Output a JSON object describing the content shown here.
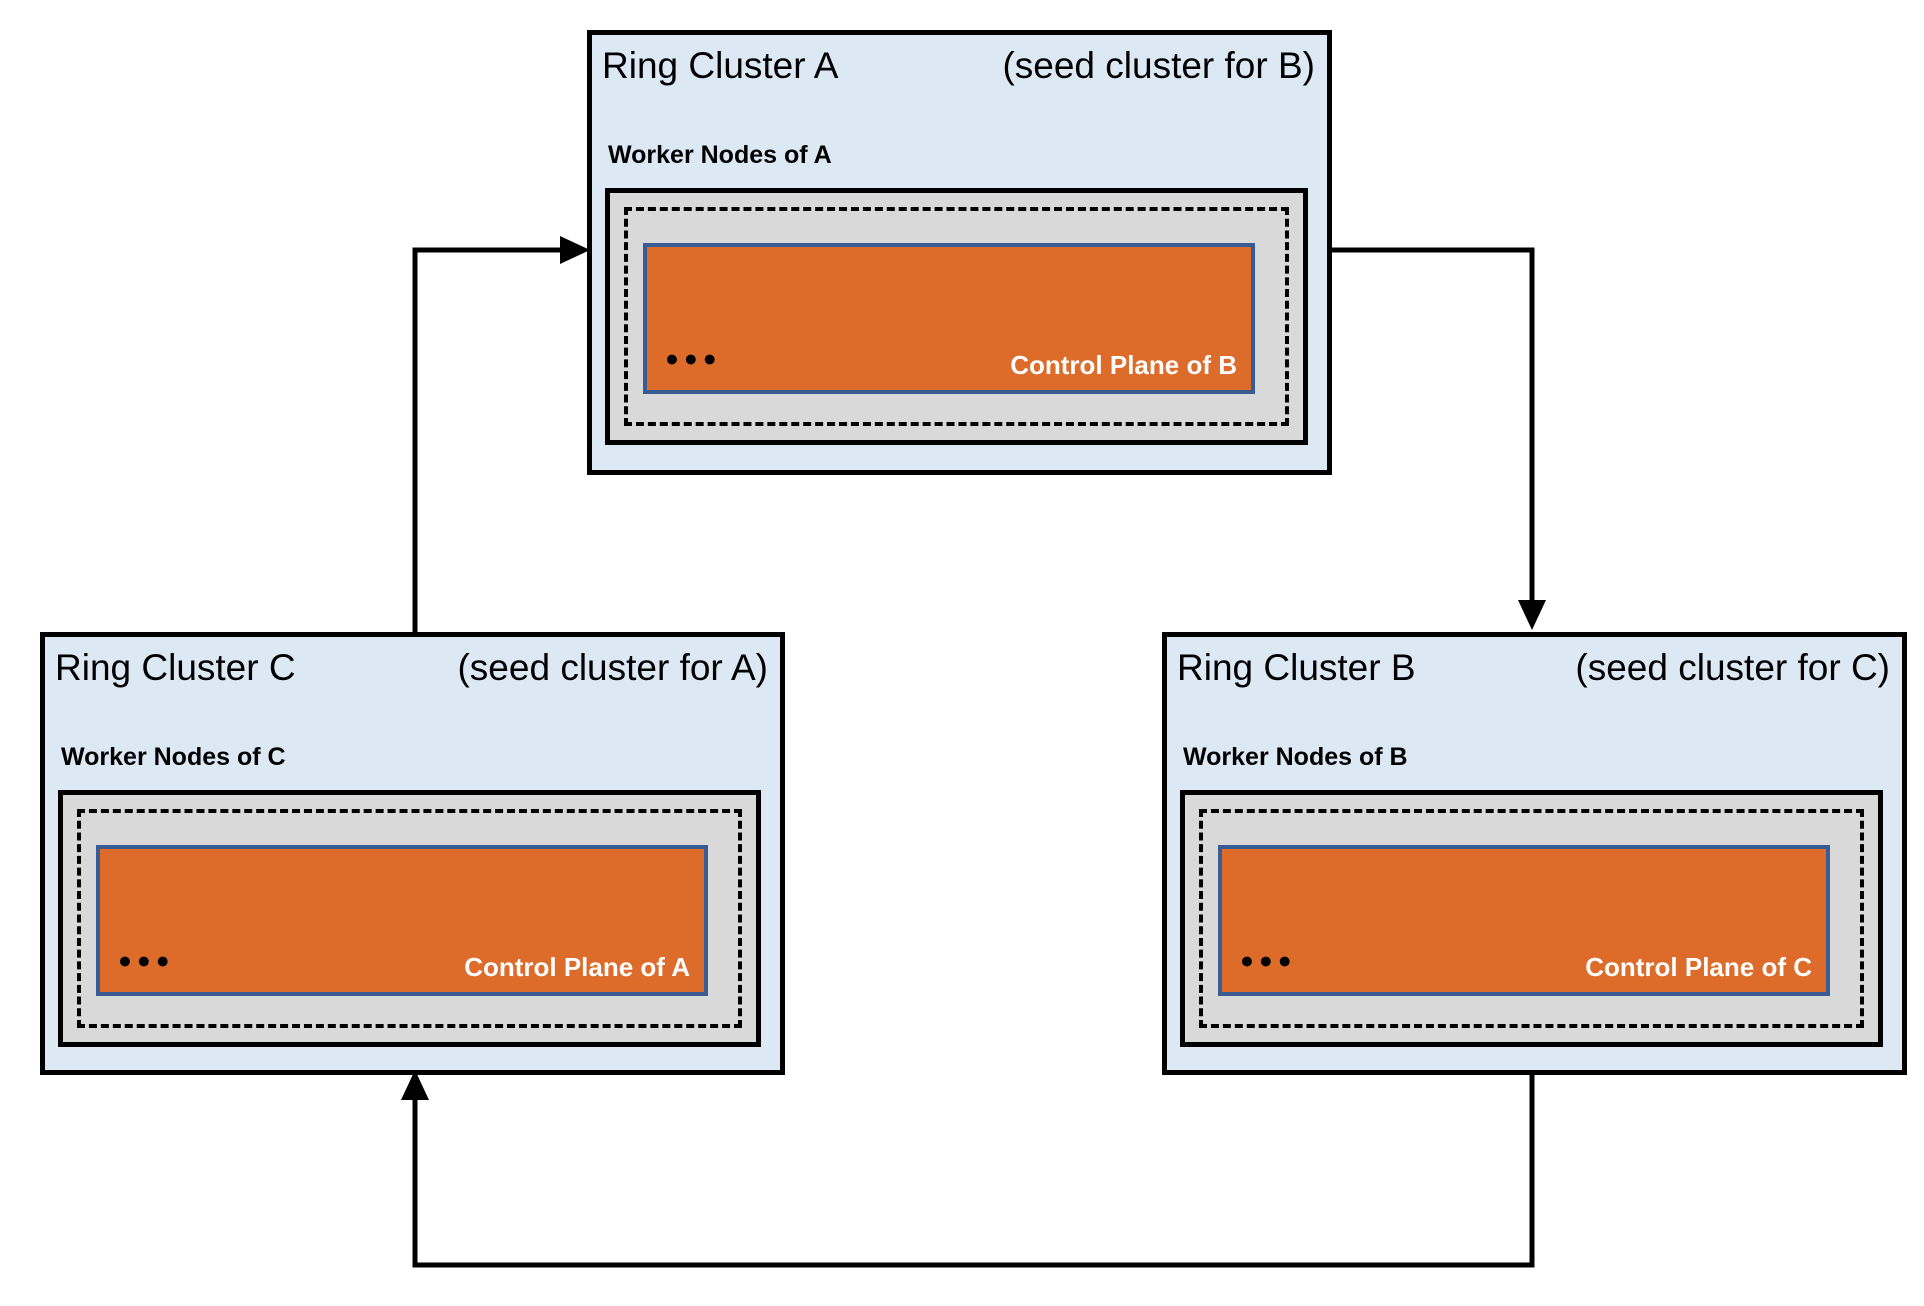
{
  "diagram": {
    "clusters": [
      {
        "id": "A",
        "title": "Ring Cluster A",
        "seed_note": "(seed cluster for B)",
        "worker_label": "Worker Nodes of A",
        "control_plane_label": "Control Plane of B",
        "dots": "●●●"
      },
      {
        "id": "C",
        "title": "Ring Cluster C",
        "seed_note": "(seed cluster for A)",
        "worker_label": "Worker Nodes of C",
        "control_plane_label": "Control Plane of A",
        "dots": "●●●"
      },
      {
        "id": "B",
        "title": "Ring Cluster B",
        "seed_note": "(seed cluster for C)",
        "worker_label": "Worker Nodes of B",
        "control_plane_label": "Control Plane of C",
        "dots": "●●●"
      }
    ],
    "arrows": [
      {
        "from": "C",
        "to": "A"
      },
      {
        "from": "A",
        "to": "B"
      },
      {
        "from": "B",
        "to": "C"
      }
    ],
    "colors": {
      "cluster_bg": "#DCE8F4",
      "worker_bg": "#D9D9D9",
      "control_plane_bg": "#DD6C2B",
      "control_plane_border": "#3A5C94",
      "line": "#000000"
    }
  }
}
